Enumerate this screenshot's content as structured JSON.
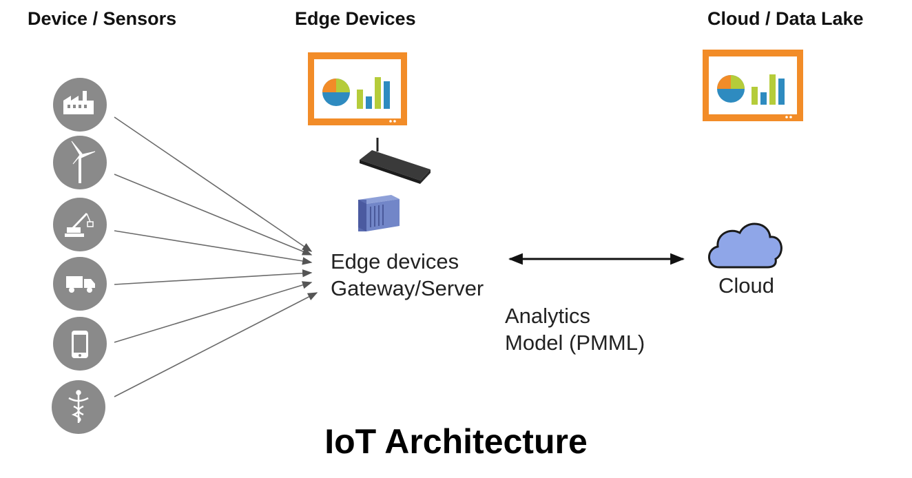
{
  "headers": {
    "sensors": "Device / Sensors",
    "edge": "Edge Devices",
    "cloud": "Cloud / Data Lake"
  },
  "edge_node": {
    "line1": "Edge devices",
    "line2": "Gateway/Server"
  },
  "cloud_node": {
    "label": "Cloud"
  },
  "analytics": {
    "line1": "Analytics",
    "line2": "Model (PMML)"
  },
  "title": "IoT Architecture",
  "sensors": [
    {
      "icon": "factory-icon"
    },
    {
      "icon": "wind-turbine-icon"
    },
    {
      "icon": "crane-icon"
    },
    {
      "icon": "truck-icon"
    },
    {
      "icon": "smartphone-icon"
    },
    {
      "icon": "caduceus-icon"
    }
  ],
  "colors": {
    "sensor_circle": "#8a8a8a",
    "monitor_frame": "#f28c28",
    "pie_orange": "#f28c28",
    "pie_green": "#b5cc3a",
    "pie_blue": "#2e8bc0",
    "cloud_fill": "#8fa6e8",
    "arrow": "#555555"
  }
}
